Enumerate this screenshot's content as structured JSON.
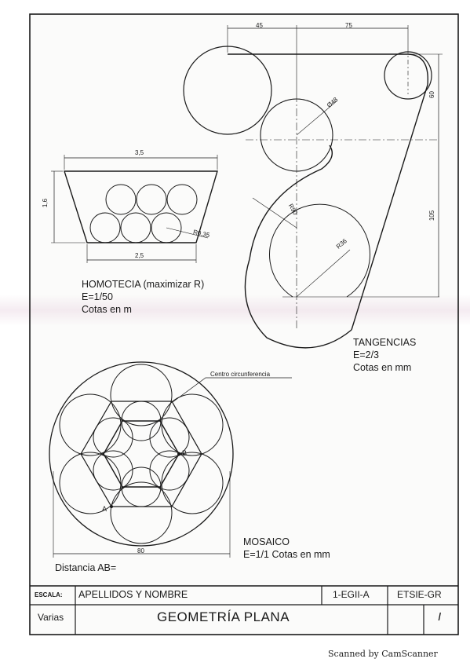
{
  "homotecia": {
    "title": "HOMOTECIA (maximizar R)",
    "scale": "E=1/50",
    "units": "Cotas en m",
    "dim_top": "3,5",
    "dim_left": "1,6",
    "dim_bottom": "2,5",
    "dim_radius": "R0,35"
  },
  "tangencias": {
    "title": "TANGENCIAS",
    "scale": "E=2/3",
    "units": "Cotas en mm",
    "dim_45": "45",
    "dim_75": "75",
    "dim_60": "60",
    "dim_105": "105",
    "dim_d48": "Ø48",
    "dim_r90": "R90",
    "dim_r36": "R36"
  },
  "mosaico": {
    "title": "MOSAICO",
    "scale_units": "E=1/1 Cotas en mm",
    "center_label": "Centro circunferencia",
    "point_a": "A",
    "point_b": "B",
    "dim_80": "80",
    "distance": "Distancia AB="
  },
  "title_block": {
    "escala_label": "ESCALA:",
    "escala_value": "Varias",
    "name_label": "APELLIDOS Y NOMBRE",
    "group": "1-EGII-A",
    "school": "ETSIE-GR",
    "title": "GEOMETRÍA PLANA",
    "sheet_number": "I"
  },
  "footer": {
    "scanner": "Scanned by CamScanner"
  }
}
